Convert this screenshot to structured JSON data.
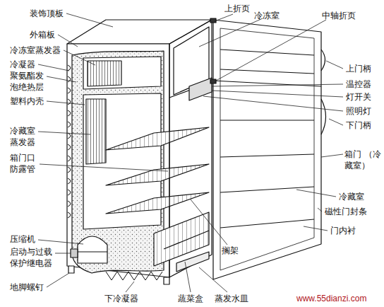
{
  "diagram": {
    "labels": [
      "装饰顶板",
      "外箱板",
      "冷冻室蒸发器",
      "冷凝器",
      "聚氨酯发 泡绝热层",
      "塑料内壳",
      "冷藏室 蒸发器",
      "箱门口 防露管",
      "压缩机",
      "启动与过载 保护继电器",
      "地脚螺钉",
      "上折页",
      "冷冻室",
      "中轴折页",
      "上门柄",
      "温控器",
      "灯开关",
      "照明灯",
      "下门柄",
      "箱门 （冷藏室）",
      "冷藏室",
      "磁性门封条",
      "门内衬",
      "搁架",
      "下冷凝器",
      "蔬菜盒",
      "蒸发水皿",
      "www.55dianzi.com"
    ]
  }
}
